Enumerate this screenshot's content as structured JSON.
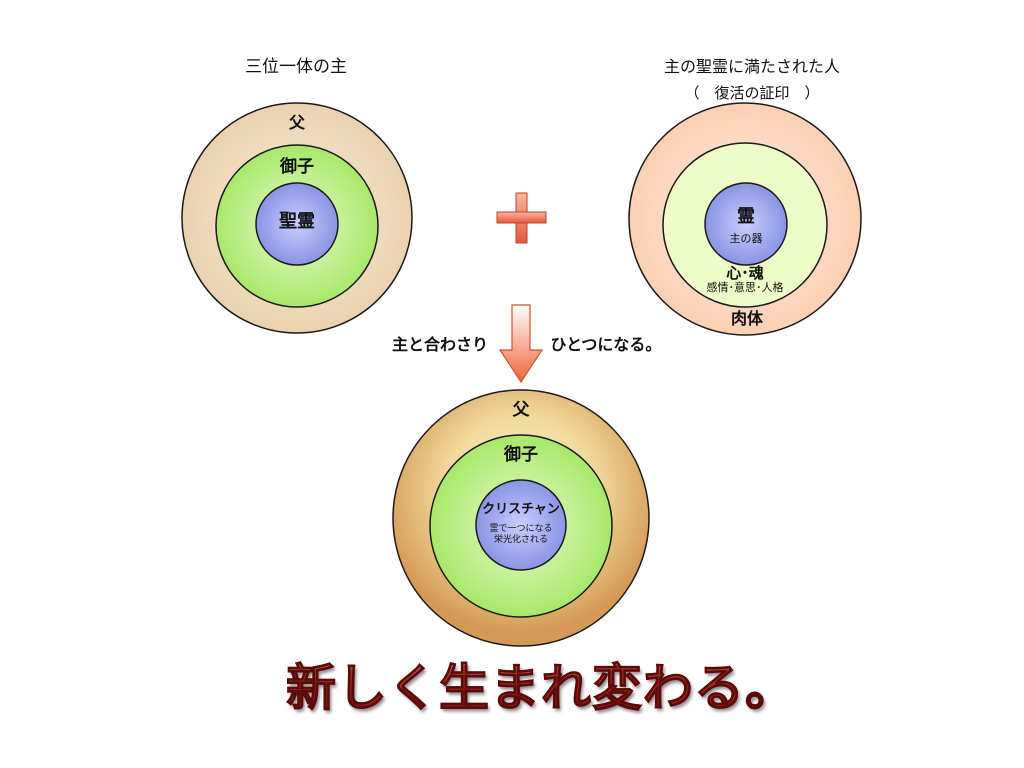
{
  "colors": {
    "outer_tan": "#f0dcc0",
    "outer_peach": "#fdd8c0",
    "middle_green": "#bff08a",
    "inner_blue": "#9aa4ee",
    "outline": "#1a1a1a",
    "headline_red": "#c8201a",
    "plus_orange": "#ef6f52",
    "arrow_orange": "#f06a3c"
  },
  "trinity": {
    "title": "三位一体の主",
    "outer_label": "父",
    "middle_label": "御子",
    "inner_label": "聖霊"
  },
  "plus_icon": "plus-sign",
  "person": {
    "title": "主の聖霊に満たされた人",
    "subtitle": "（　復活の証印　）",
    "inner_label": "霊",
    "inner_sublabel": "主の器",
    "middle_label": "心･魂",
    "middle_sublabel": "感情･意思･人格",
    "outer_label": "肉体"
  },
  "transition": {
    "left_text": "主と合わさり",
    "right_text": "ひとつになる。",
    "arrow_icon": "down-arrow"
  },
  "united": {
    "outer_label": "父",
    "middle_label": "御子",
    "inner_label": "クリスチャン",
    "inner_sublabel_1": "霊で一つになる",
    "inner_sublabel_2": "栄光化される"
  },
  "headline": "新しく生まれ変わる。"
}
